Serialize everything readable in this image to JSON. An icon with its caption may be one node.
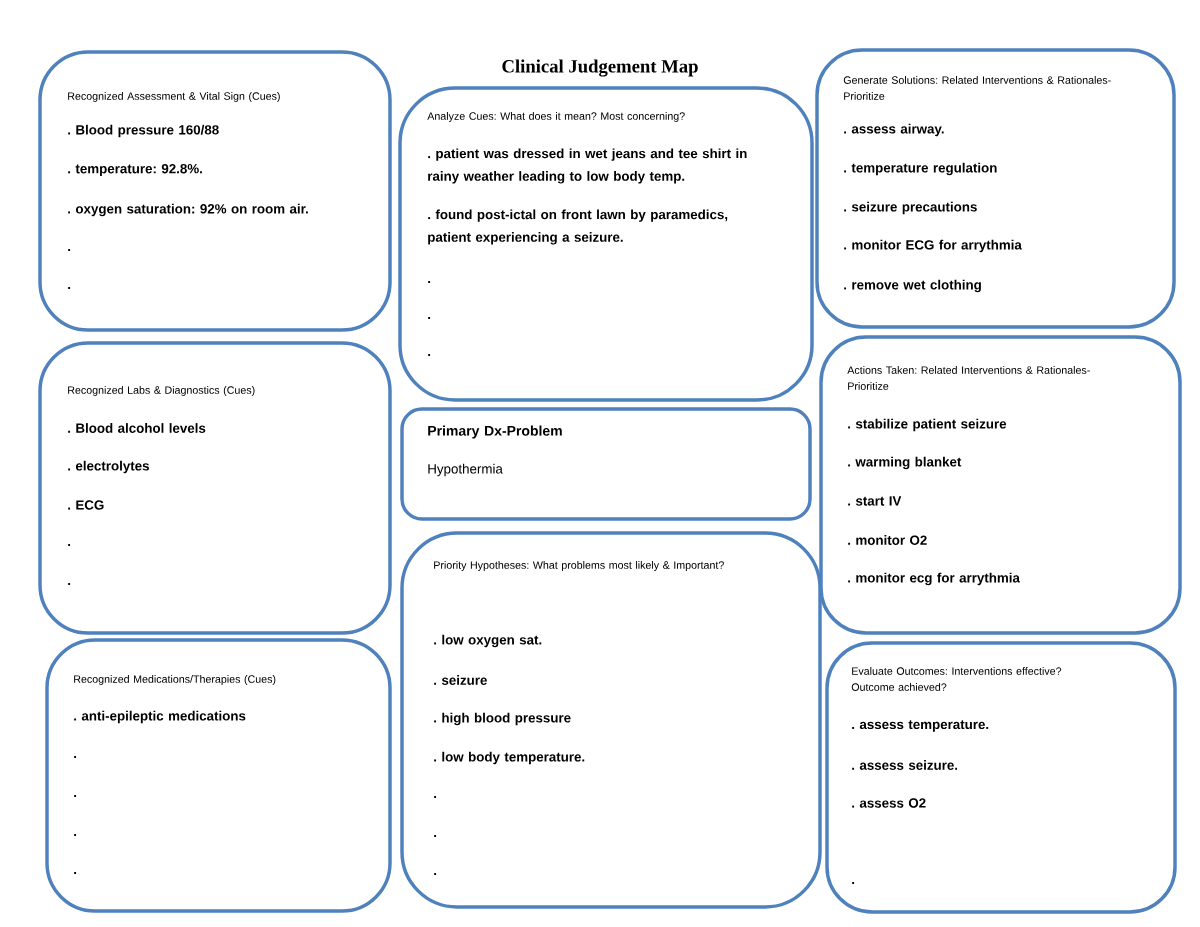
{
  "diagram": {
    "title": "Clinical Judgement Map",
    "nodes": [
      {
        "text": [
          "Recognized Assessment & Vital Sign (Cues)",
          ". Blood pressure 160/88",
          ". temperature: 92.8%.",
          ". oxygen saturation: 92% on room air.",
          ".",
          "."
        ]
      },
      {
        "text": [
          "Recognized Labs & Diagnostics (Cues)",
          ". Blood alcohol levels",
          ". electrolytes",
          ". ECG",
          ".",
          "."
        ]
      },
      {
        "text": [
          "Recognized Medications/Therapies (Cues)",
          ". anti-epileptic medications",
          ".",
          ".",
          ".",
          "."
        ]
      },
      {
        "text": [
          "Analyze Cues: What does it mean? Most concerning?",
          ". patient was dressed in wet jeans and tee shirt in rainy weather leading to low body temp.",
          ". found post-ictal on front lawn by paramedics, patient experiencing a seizure.",
          ".",
          ".",
          "."
        ]
      },
      {
        "text": [
          "Primary Dx-Problem",
          "Hypothermia"
        ]
      },
      {
        "text": [
          "Priority Hypotheses: What problems most likely & Important?",
          ". low oxygen sat.",
          ". seizure",
          ". high blood pressure",
          ". low body temperature.",
          ".",
          ".",
          "."
        ]
      },
      {
        "text": [
          "Generate Solutions: Related Interventions & Rationales-Prioritize",
          ". assess airway.",
          ". temperature regulation",
          ". seizure precautions",
          ". monitor ECG for arrythmia",
          ". remove wet clothing"
        ]
      },
      {
        "text": [
          "Actions Taken: Related Interventions & Rationales-Prioritize",
          ". stabilize patient seizure",
          ". warming blanket",
          ". start IV",
          ". monitor O2",
          ". monitor ecg for arrythmia"
        ]
      },
      {
        "text": [
          "Evaluate Outcomes: Interventions effective? Outcome achieved?",
          ". assess temperature.",
          ". assess seizure.",
          ". assess O2",
          "."
        ]
      }
    ]
  }
}
